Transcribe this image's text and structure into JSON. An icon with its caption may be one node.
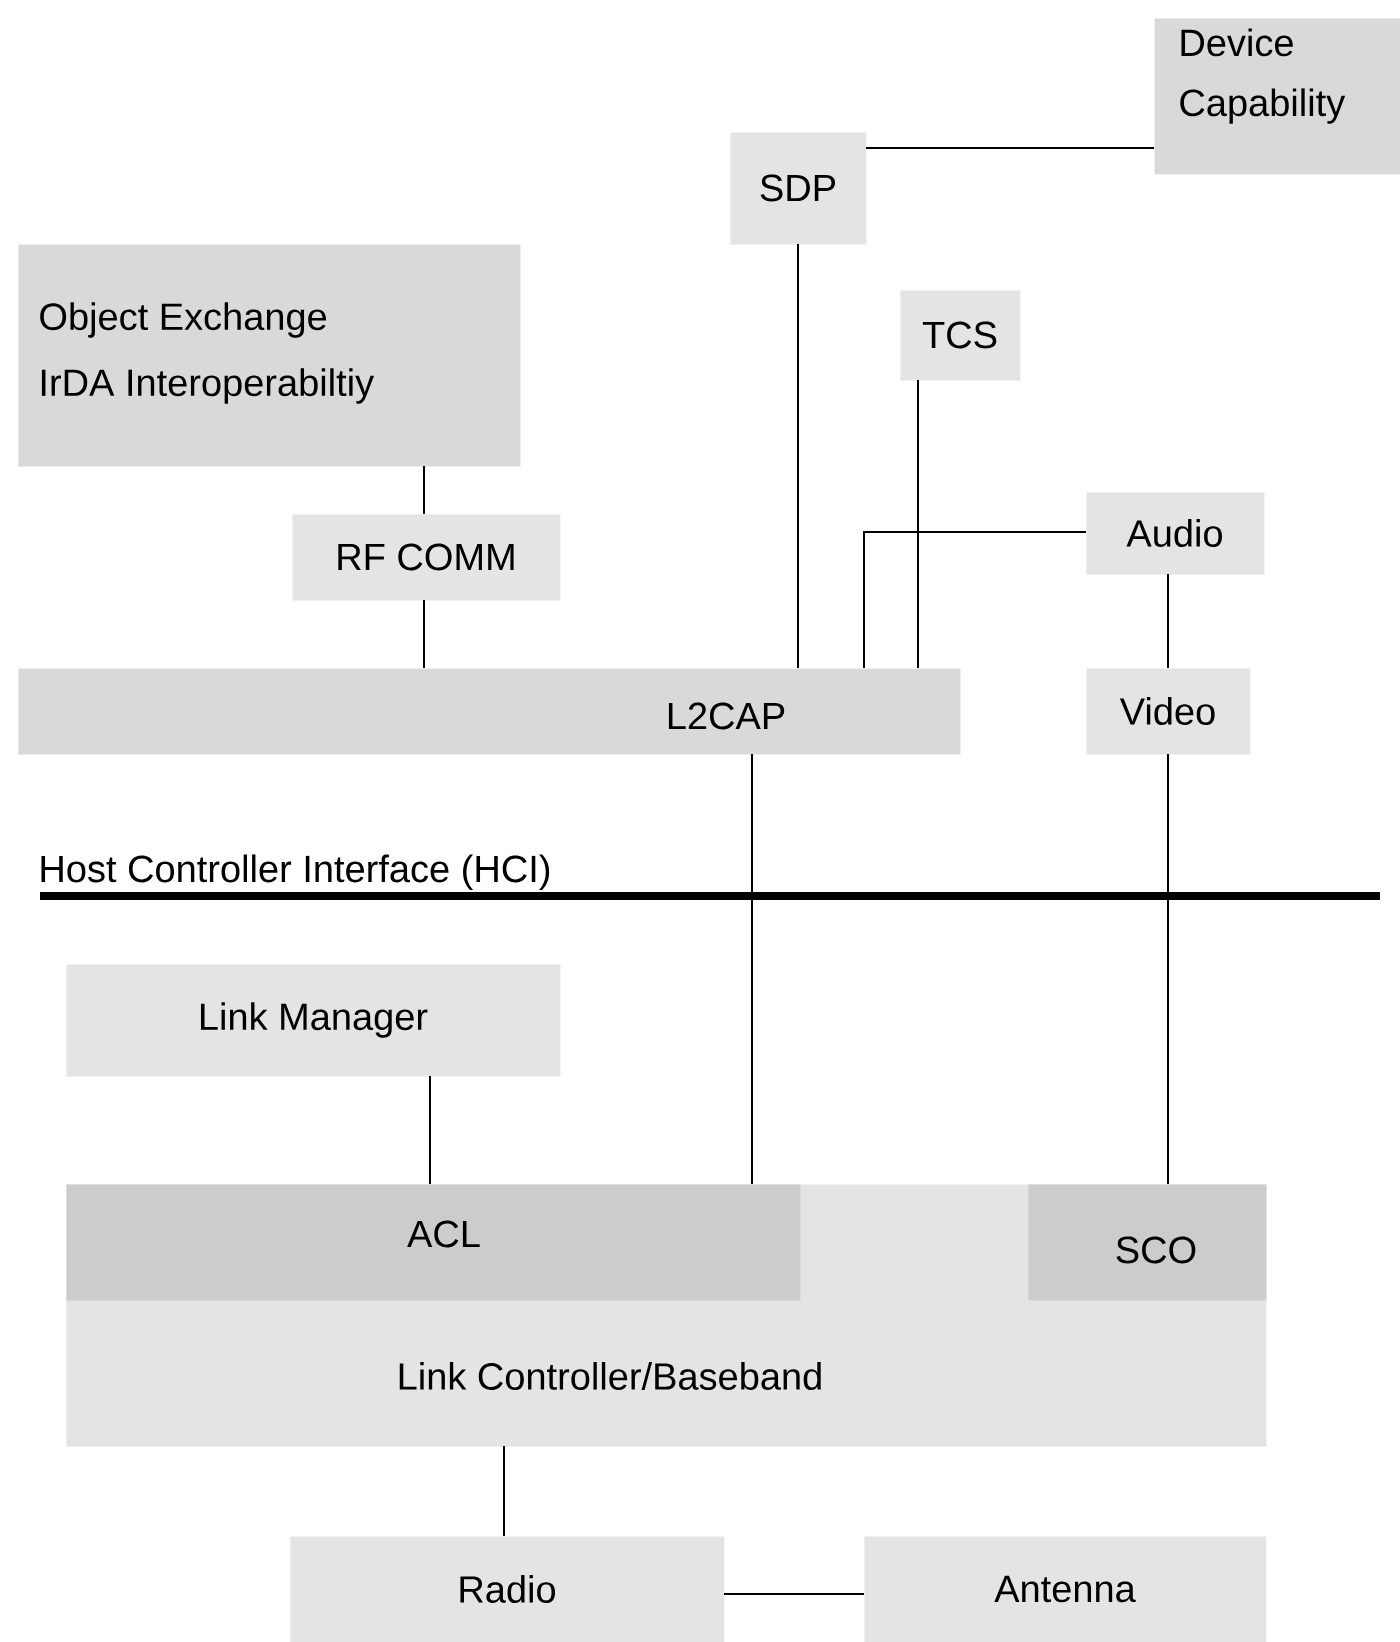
{
  "diagram": {
    "nodes": [
      {
        "text": [
          "Device Capability"
        ]
      },
      {
        "text": [
          "SDP"
        ]
      },
      {
        "text": [
          "Object Exchange",
          "IrDA Interoperabiltiy"
        ]
      },
      {
        "text": [
          "TCS"
        ]
      },
      {
        "text": [
          "RF COMM"
        ]
      },
      {
        "text": [
          "Audio"
        ]
      },
      {
        "text": [
          "L2CAP"
        ]
      },
      {
        "text": [
          "Video"
        ]
      },
      {
        "text": [
          "Link Manager"
        ]
      },
      {
        "text": [
          "Link Controller/Baseband"
        ]
      },
      {
        "text": [
          "ACL"
        ],
        "in": 9
      },
      {
        "text": [
          "SCO"
        ],
        "in": 9
      },
      {
        "text": [
          "Radio"
        ]
      },
      {
        "text": [
          "Antenna"
        ]
      }
    ],
    "edges": [
      {
        "from": 1,
        "to": 0,
        "arrow": "none"
      },
      {
        "from": 2,
        "to": 4,
        "arrow": "none"
      },
      {
        "from": 4,
        "to": 6,
        "arrow": "none"
      },
      {
        "from": 1,
        "to": 6,
        "arrow": "none"
      },
      {
        "from": 3,
        "to": 6,
        "arrow": "none"
      },
      {
        "from": 5,
        "to": 6,
        "arrow": "none"
      },
      {
        "from": 5,
        "to": 7,
        "arrow": "none"
      },
      {
        "from": 6,
        "to": 10,
        "arrow": "none"
      },
      {
        "from": 7,
        "to": 11,
        "arrow": "none"
      },
      {
        "from": 8,
        "to": 10,
        "arrow": "none"
      },
      {
        "from": 9,
        "to": 12,
        "arrow": "none"
      },
      {
        "from": 12,
        "to": 13,
        "arrow": "none"
      }
    ],
    "labels": [
      "Host Controller Interface (HCI)"
    ]
  }
}
